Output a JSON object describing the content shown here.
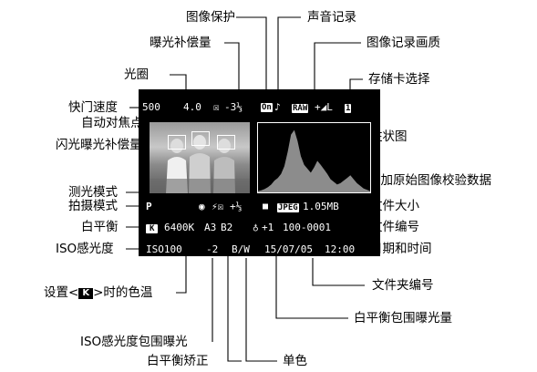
{
  "labels": {
    "image_protect": "图像保护",
    "sound_record": "声音记录",
    "exposure_comp": "曝光补偿量",
    "image_quality": "图像记录画质",
    "aperture": "光圈",
    "card_select": "存储卡选择",
    "shutter_speed": "快门速度",
    "histogram": "柱状图",
    "af_point": "自动对焦点",
    "flash_comp": "闪光曝光补偿量",
    "verification_data": "添加原始图像校验数据",
    "metering_mode": "测光模式",
    "shooting_mode": "拍摄模式",
    "file_size": "文件大小",
    "white_balance": "白平衡",
    "file_number": "文件编号",
    "iso": "ISO感光度",
    "date_time": "日期和时间",
    "color_temp_prefix": "设置<",
    "color_temp_badge": "K",
    "color_temp_suffix": ">时的色温",
    "folder_number": "文件夹编号",
    "wb_bracket": "白平衡包围曝光量",
    "iso_bracket": "ISO感光度包围曝光",
    "monochrome": "单色",
    "wb_correction": "白平衡矫正"
  },
  "screen": {
    "shutter": "500",
    "aperture": "4.0",
    "exp_comp_icon": "☒",
    "exp_comp": "-3⅓",
    "protect_icon": "On",
    "sound_icon": "♪",
    "quality_badge": "RAW",
    "quality_extra": "+◢L",
    "card_badge": "1",
    "mode": "P",
    "metering_icon": "◉",
    "flash_comp_icon": "⚡☒",
    "flash_comp": "+⅓",
    "lock_icon": "🔒",
    "jpeg_badge": "JPEG",
    "file_size": "1.05MB",
    "k_badge": "K",
    "color_temp": "6400K",
    "wb_bracket_a": "A3",
    "wb_bracket_b": "B2",
    "wb_correction": "+1",
    "file_number": "100-0001",
    "iso": "ISO100",
    "iso_bracket": "-2",
    "bw": "B/W",
    "date": "15/07/05",
    "time": "12:00"
  },
  "histogram": {
    "values": [
      0.02,
      0.03,
      0.05,
      0.08,
      0.12,
      0.18,
      0.22,
      0.28,
      0.4,
      0.62,
      0.88,
      0.95,
      0.78,
      0.55,
      0.42,
      0.36,
      0.3,
      0.38,
      0.48,
      0.42,
      0.35,
      0.28,
      0.2,
      0.16,
      0.12,
      0.14,
      0.18,
      0.22,
      0.26,
      0.2,
      0.14,
      0.1,
      0.06,
      0.04,
      0.02
    ]
  },
  "colors": {
    "screen_bg": "#000000",
    "histogram_fill": "#8c8c8c",
    "text": "#000000"
  }
}
